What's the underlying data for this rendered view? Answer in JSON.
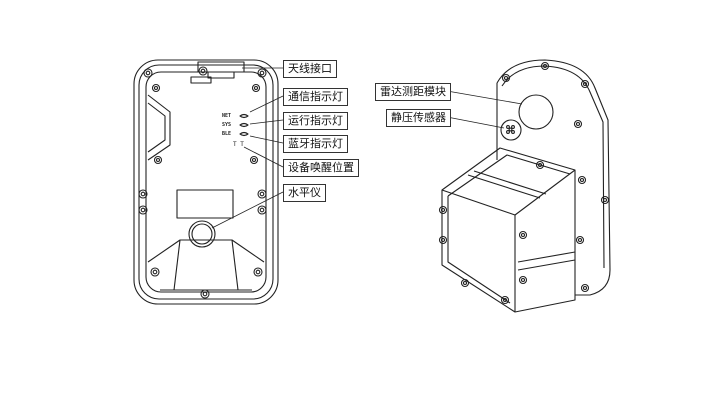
{
  "labels": {
    "antenna_port": "天线接口",
    "comm_indicator": "通信指示灯",
    "run_indicator": "运行指示灯",
    "bt_indicator": "蓝牙指示灯",
    "wake_position": "设备唤醒位置",
    "level": "水平仪",
    "radar_module": "雷达测距模块",
    "pressure_sensor": "静压传感器"
  },
  "led_labels": {
    "net": "NET",
    "sys": "SYS",
    "ble": "BLE"
  },
  "wake_mark": "T T"
}
